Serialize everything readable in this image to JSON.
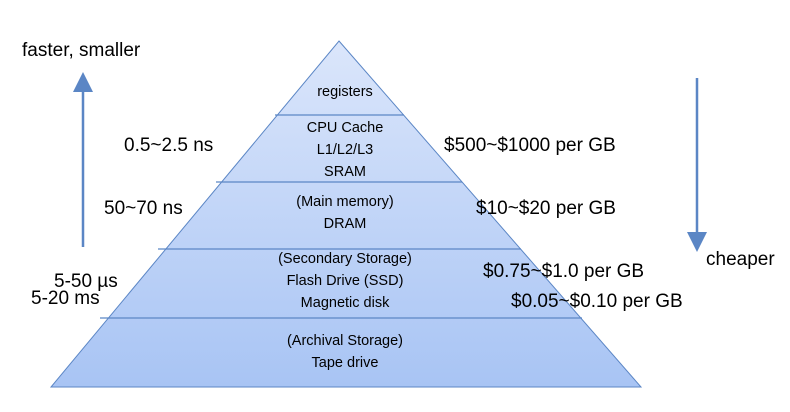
{
  "diagram": {
    "type": "memory-hierarchy-pyramid",
    "layers": [
      {
        "lines": [
          "registers"
        ]
      },
      {
        "lines": [
          "CPU Cache",
          "L1/L2/L3",
          "SRAM"
        ]
      },
      {
        "lines": [
          "(Main memory)",
          "DRAM"
        ]
      },
      {
        "lines": [
          "(Secondary Storage)",
          "Flash Drive (SSD)",
          "Magnetic disk"
        ]
      },
      {
        "lines": [
          "(Archival Storage)",
          "Tape drive"
        ]
      }
    ],
    "left_axis": {
      "label": "faster, smaller",
      "direction": "up"
    },
    "right_axis": {
      "label": "cheaper",
      "direction": "down"
    },
    "latencies": [
      {
        "text": "0.5~2.5 ns",
        "layer": "CPU Cache"
      },
      {
        "text": "50~70 ns",
        "layer": "Main memory"
      },
      {
        "text": "5-50 µs",
        "layer": "Flash Drive (SSD)"
      },
      {
        "text": "5-20 ms",
        "layer": "Magnetic disk"
      }
    ],
    "costs": [
      {
        "text": "$500~$1000 per GB",
        "layer": "CPU Cache"
      },
      {
        "text": "$10~$20 per GB",
        "layer": "Main memory"
      },
      {
        "text": "$0.75~$1.0 per GB",
        "layer": "Flash Drive (SSD)"
      },
      {
        "text": "$0.05~$0.10 per GB",
        "layer": "Magnetic disk"
      }
    ],
    "colors": {
      "fill_top": "#dbe6fb",
      "fill_bottom": "#a8c4f4",
      "stroke": "#5b86c5",
      "arrow": "#5b86c5",
      "text": "#000000"
    }
  }
}
